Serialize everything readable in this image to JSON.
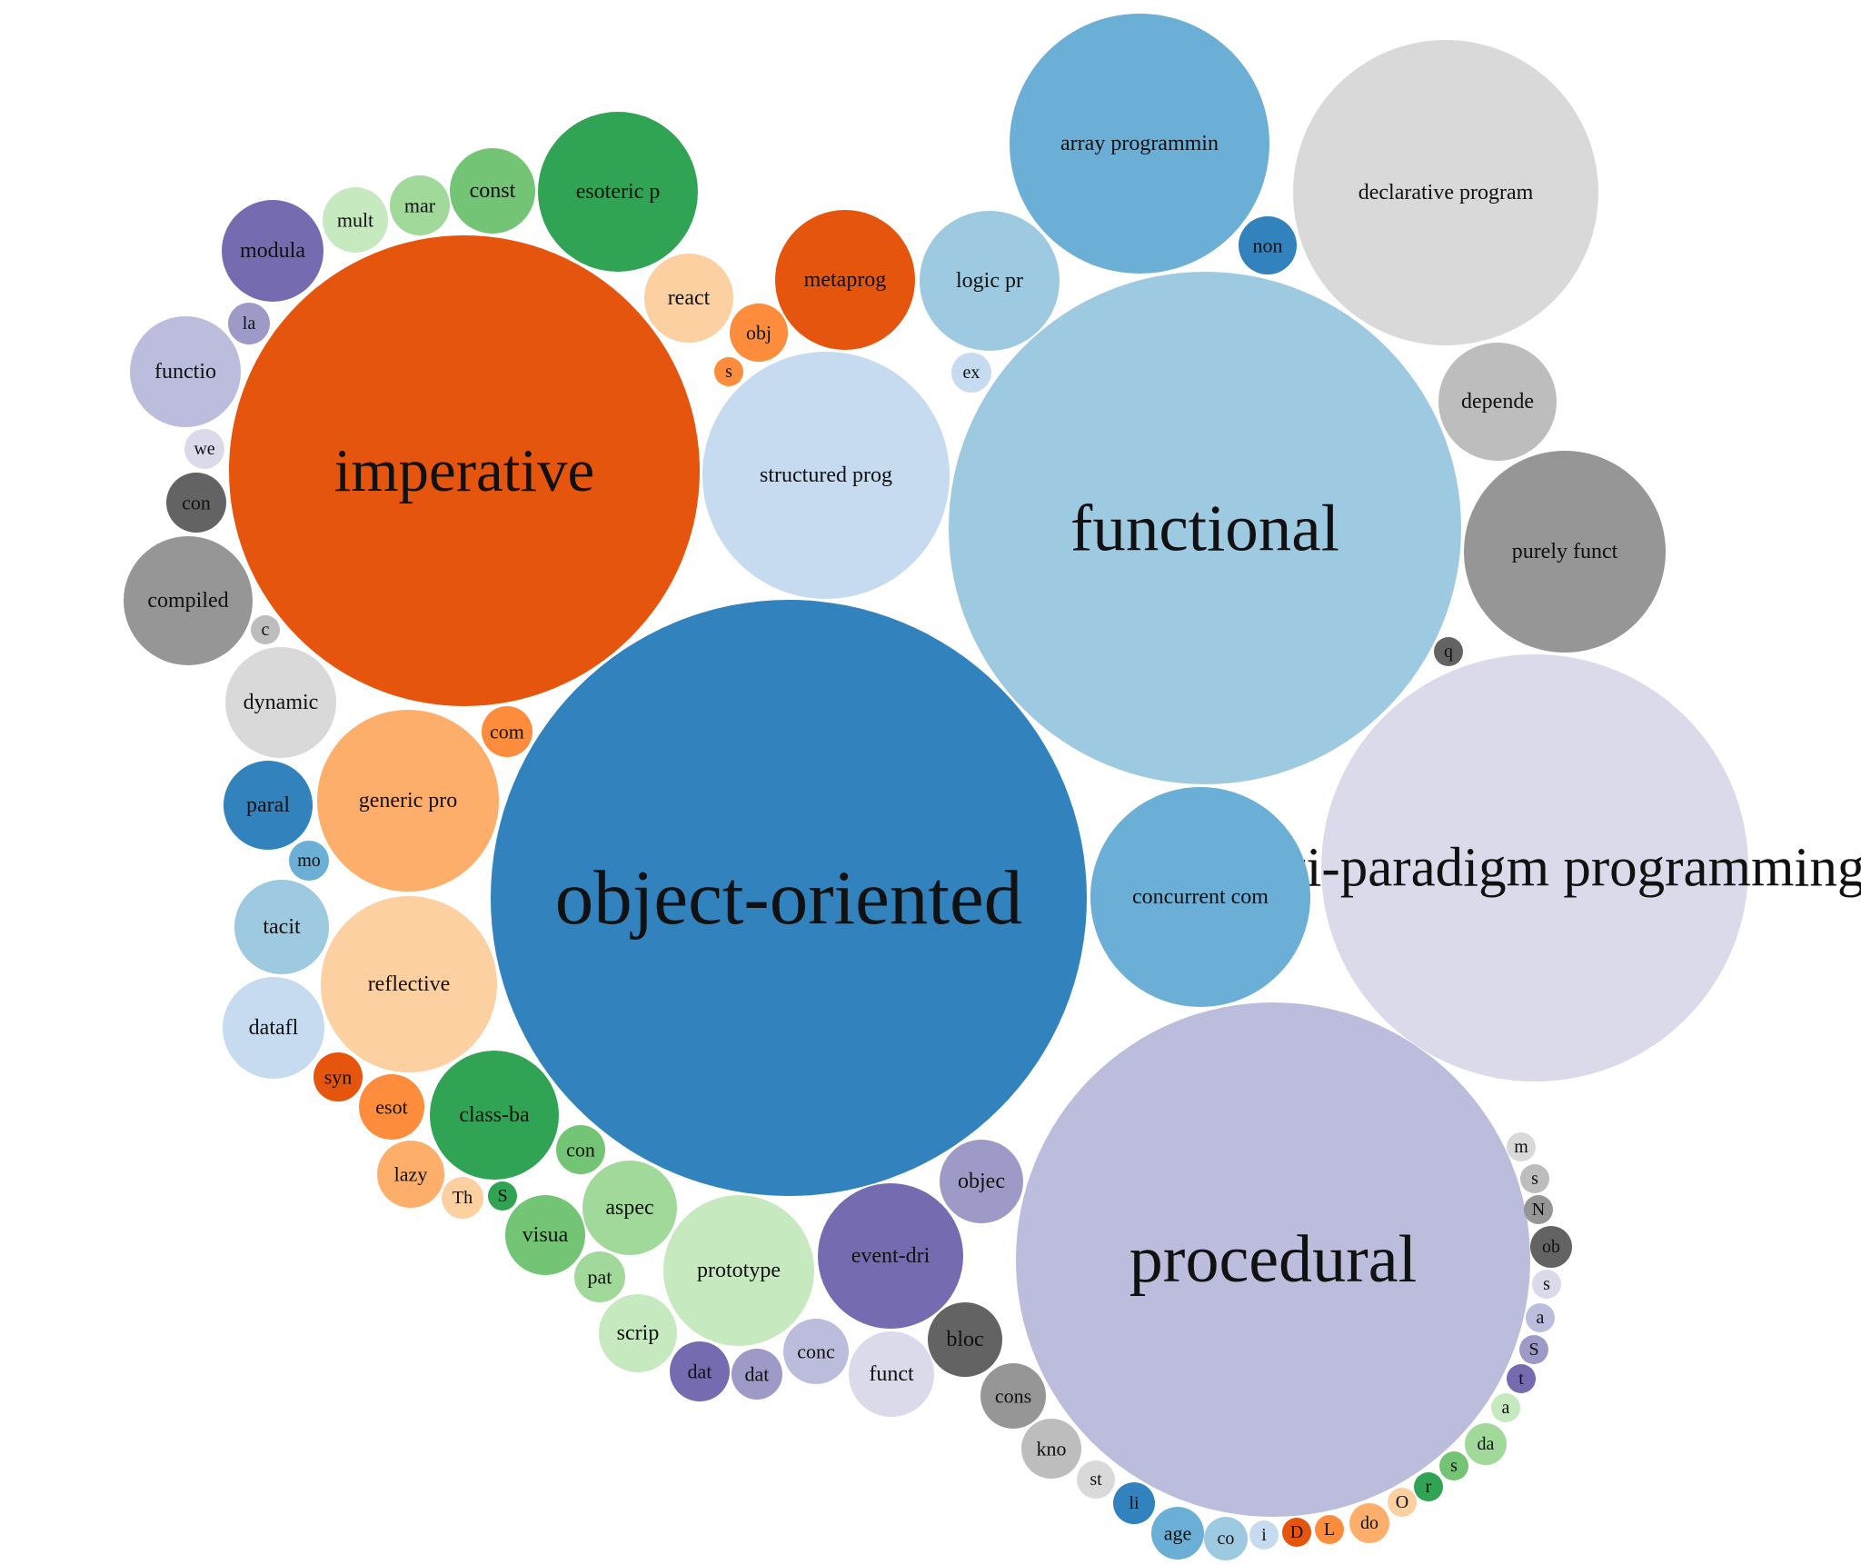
{
  "chart_data": {
    "type": "bubble",
    "title": "",
    "note": "Packed bubble chart of programming paradigms; bubble size encodes a relative weight.",
    "bubbles": [
      {
        "label": "object-oriented",
        "value": 100,
        "color": "#3182bd"
      },
      {
        "label": "functional",
        "value": 74,
        "color": "#9ecae1"
      },
      {
        "label": "procedural",
        "value": 75,
        "color": "#bcbddc"
      },
      {
        "label": "imperative",
        "value": 62,
        "color": "#e6550d"
      },
      {
        "label": "multi-paradigm programming",
        "value": 51,
        "color": "#dadaeb"
      },
      {
        "label": "declarative program",
        "value": 26,
        "color": "#d9d9d9"
      },
      {
        "label": "array programmin",
        "value": 19,
        "color": "#6baed6"
      },
      {
        "label": "structured prog",
        "value": 17,
        "color": "#c6dbef"
      },
      {
        "label": "concurrent com",
        "value": 14,
        "color": "#6baed6"
      },
      {
        "label": "purely funct",
        "value": 11.7,
        "color": "#969696"
      },
      {
        "label": "esoteric p",
        "value": 7,
        "color": "#31a354"
      },
      {
        "label": "metaprog",
        "value": 5.5,
        "color": "#e6550d"
      },
      {
        "label": "logic pr",
        "value": 5.5,
        "color": "#9ecae1"
      },
      {
        "label": "generic pro",
        "value": 9,
        "color": "#fdae6b"
      },
      {
        "label": "reflective",
        "value": 8.6,
        "color": "#fdd0a2"
      },
      {
        "label": "prototype",
        "value": 6.2,
        "color": "#c7e9c0"
      },
      {
        "label": "event-dri",
        "value": 5.8,
        "color": "#756bb1"
      },
      {
        "label": "class-ba",
        "value": 4.6,
        "color": "#31a354"
      },
      {
        "label": "compiled",
        "value": 4.6,
        "color": "#969696"
      },
      {
        "label": "depende",
        "value": 3.9,
        "color": "#bdbdbd"
      },
      {
        "label": "dynamic",
        "value": 3.4,
        "color": "#d9d9d9"
      },
      {
        "label": "functio",
        "value": 3.4,
        "color": "#bcbddc"
      },
      {
        "label": "modula",
        "value": 2.9,
        "color": "#756bb1"
      },
      {
        "label": "datafl",
        "value": 2.9,
        "color": "#c6dbef"
      },
      {
        "label": "paral",
        "value": 2.2,
        "color": "#3182bd"
      },
      {
        "label": "tacit",
        "value": 2.4,
        "color": "#9ecae1"
      },
      {
        "label": "const",
        "value": 2.0,
        "color": "#74c476"
      },
      {
        "label": "aspec",
        "value": 2.4,
        "color": "#a1d99b"
      },
      {
        "label": "objec",
        "value": 2.0,
        "color": "#9e9ac8"
      },
      {
        "label": "visua",
        "value": 1.8,
        "color": "#74c476"
      },
      {
        "label": "react",
        "value": 1.8,
        "color": "#fdd0a2"
      },
      {
        "label": "funct",
        "value": 1.9,
        "color": "#dadaeb"
      },
      {
        "label": "bloc",
        "value": 1.5,
        "color": "#636363"
      },
      {
        "label": "conc",
        "value": 1.2,
        "color": "#bcbddc"
      },
      {
        "label": "scrip",
        "value": 1.7,
        "color": "#c7e9c0"
      },
      {
        "label": "cons",
        "value": 1.2,
        "color": "#969696"
      },
      {
        "label": "kno",
        "value": 1.0,
        "color": "#bdbdbd"
      },
      {
        "label": "mult",
        "value": 1.1,
        "color": "#c7e9c0"
      },
      {
        "label": "mar",
        "value": 0.9,
        "color": "#a1d99b"
      },
      {
        "label": "lazy",
        "value": 1.1,
        "color": "#fdae6b"
      },
      {
        "label": "esot",
        "value": 1.0,
        "color": "#fd8d3c"
      },
      {
        "label": "con",
        "value": 0.7,
        "color": "#636363"
      },
      {
        "label": "non",
        "value": 0.9,
        "color": "#3182bd"
      },
      {
        "label": "obj",
        "value": 0.8,
        "color": "#fd8d3c"
      },
      {
        "label": "con",
        "value": 0.7,
        "color": "#74c476"
      },
      {
        "label": "dat",
        "value": 0.7,
        "color": "#756bb1"
      },
      {
        "label": "dat",
        "value": 0.6,
        "color": "#9e9ac8"
      },
      {
        "label": "pat",
        "value": 0.7,
        "color": "#a1d99b"
      },
      {
        "label": "age",
        "value": 0.6,
        "color": "#6baed6"
      },
      {
        "label": "com",
        "value": 0.6,
        "color": "#fd8d3c"
      },
      {
        "label": "syn",
        "value": 0.5,
        "color": "#e6550d"
      },
      {
        "label": "ex",
        "value": 0.4,
        "color": "#c6dbef"
      },
      {
        "label": "we",
        "value": 0.4,
        "color": "#dadaeb"
      },
      {
        "label": "la",
        "value": 0.4,
        "color": "#9e9ac8"
      },
      {
        "label": "mo",
        "value": 0.4,
        "color": "#6baed6"
      },
      {
        "label": "Th",
        "value": 0.4,
        "color": "#fdd0a2"
      },
      {
        "label": "st",
        "value": 0.4,
        "color": "#d9d9d9"
      },
      {
        "label": "li",
        "value": 0.4,
        "color": "#3182bd"
      },
      {
        "label": "co",
        "value": 0.4,
        "color": "#9ecae1"
      },
      {
        "label": "do",
        "value": 0.4,
        "color": "#fdae6b"
      },
      {
        "label": "da",
        "value": 0.4,
        "color": "#a1d99b"
      },
      {
        "label": "ob",
        "value": 0.4,
        "color": "#636363"
      },
      {
        "label": "c",
        "value": 0.2,
        "color": "#bdbdbd"
      },
      {
        "label": "s",
        "value": 0.2,
        "color": "#fd8d3c"
      },
      {
        "label": "S",
        "value": 0.2,
        "color": "#31a354"
      },
      {
        "label": "q",
        "value": 0.2,
        "color": "#636363"
      },
      {
        "label": "m",
        "value": 0.2,
        "color": "#d9d9d9"
      },
      {
        "label": "s",
        "value": 0.2,
        "color": "#bdbdbd"
      },
      {
        "label": "N",
        "value": 0.2,
        "color": "#969696"
      },
      {
        "label": "s",
        "value": 0.2,
        "color": "#dadaeb"
      },
      {
        "label": "a",
        "value": 0.2,
        "color": "#bcbddc"
      },
      {
        "label": "S",
        "value": 0.2,
        "color": "#9e9ac8"
      },
      {
        "label": "t",
        "value": 0.2,
        "color": "#756bb1"
      },
      {
        "label": "a",
        "value": 0.2,
        "color": "#c7e9c0"
      },
      {
        "label": "s",
        "value": 0.2,
        "color": "#74c476"
      },
      {
        "label": "r",
        "value": 0.2,
        "color": "#31a354"
      },
      {
        "label": "O",
        "value": 0.2,
        "color": "#fdd0a2"
      },
      {
        "label": "L",
        "value": 0.2,
        "color": "#fd8d3c"
      },
      {
        "label": "D",
        "value": 0.2,
        "color": "#e6550d"
      },
      {
        "label": "i",
        "value": 0.2,
        "color": "#c6dbef"
      }
    ]
  }
}
